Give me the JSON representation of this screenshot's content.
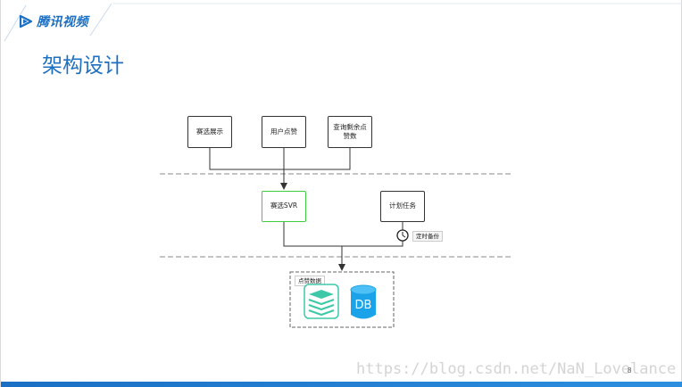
{
  "header": {
    "logo_text": "腾讯视频",
    "title": "架构设计"
  },
  "diagram": {
    "top_boxes": [
      {
        "label": "赛选展示"
      },
      {
        "label": "用户点赞"
      },
      {
        "label": "查询剩余点赞数"
      }
    ],
    "svr_box": {
      "label": "赛选SVR"
    },
    "task_box": {
      "label": "计划任务"
    },
    "timer_label": "定时备份",
    "data_group": {
      "label": "点赞数据",
      "db_label": "DB"
    }
  },
  "footer": {
    "watermark": "https://blog.csdn.net/NaN_Lovelance",
    "page_number": "8"
  },
  "colors": {
    "brand": "#1a6fc4",
    "title": "#1f6fc0",
    "svr_border": "#3fcc3f",
    "cache_icon": "#3dc9a7",
    "db_icon": "#1aa3e8"
  }
}
